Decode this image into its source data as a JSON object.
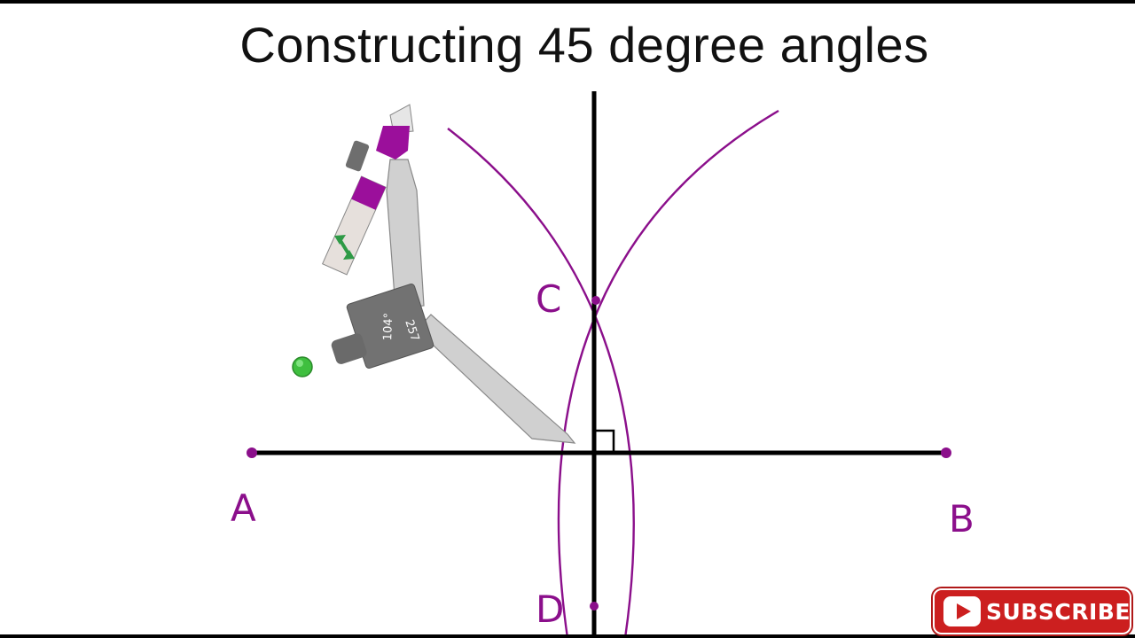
{
  "title": "Constructing 45 degree angles",
  "points": {
    "a": "A",
    "b": "B",
    "c": "C",
    "d": "D"
  },
  "compass": {
    "angle_reading": "104°",
    "radius_reading": "257"
  },
  "subscribe": {
    "label": "SUBSCRIBE"
  },
  "colors": {
    "construction": "#8b0f8b",
    "lines": "#000000",
    "compass_body": "#c9c9c9",
    "compass_hinge": "#6e6e6e",
    "pencil_cap": "#9b0f9b",
    "handle_dot": "#3fbf3f",
    "subscribe_bg": "#cc1f1f"
  },
  "icons": [
    "compass-icon",
    "resize-arrows-icon",
    "green-handle-icon",
    "youtube-play-icon",
    "right-angle-mark"
  ]
}
